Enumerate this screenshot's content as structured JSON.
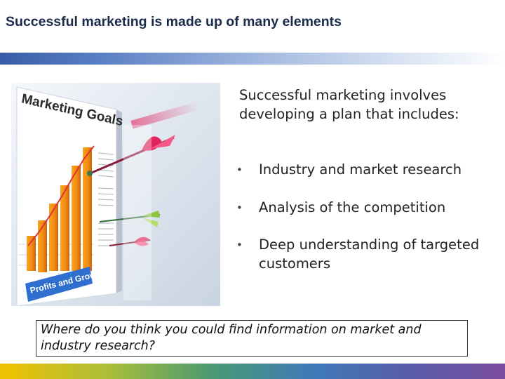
{
  "slide": {
    "title": "Successful marketing is made up of many elements",
    "body": "Successful marketing involves developing a plan that includes:",
    "bullets": [
      "Industry and market research",
      "Analysis of the competition",
      "Deep understanding of targeted customers"
    ],
    "question": "Where do you think you could find information on market and industry research?"
  },
  "illustration": {
    "board_title": "Marketing Goals",
    "banner_text": "Profits and Growth",
    "icon": "marketing-goals-darts-image"
  },
  "colors": {
    "title": "#1a2a4a",
    "top_bar": "#3a5ca8",
    "bottom_bar_start": "#f2c200",
    "bottom_bar_end": "#7a4c9e",
    "bar_orange": "#f08a10",
    "dart_red": "#e0245e",
    "dart_green": "#8dc63f"
  }
}
